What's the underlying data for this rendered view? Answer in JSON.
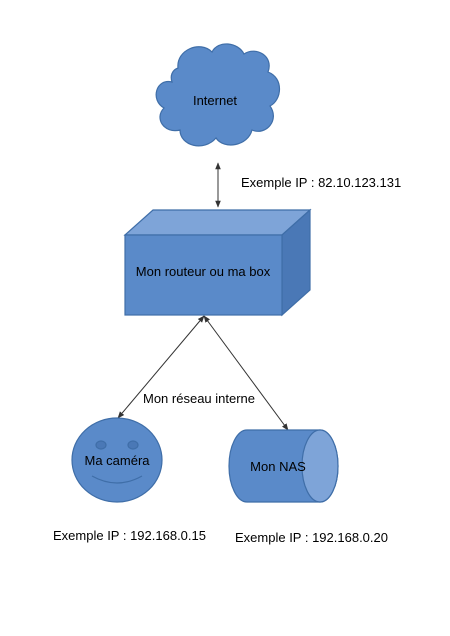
{
  "colors": {
    "shape_fill": "#5a8ac9",
    "shape_stroke": "#3f6ea8",
    "edge": "#333333",
    "text": "#000000"
  },
  "nodes": {
    "internet": {
      "label": "Internet",
      "shape": "cloud-icon"
    },
    "router": {
      "label": "Mon routeur ou ma box",
      "shape": "cube-box"
    },
    "camera": {
      "label": "Ma caméra",
      "shape": "smiley-face-icon"
    },
    "nas": {
      "label": "Mon NAS",
      "shape": "cylinder-icon"
    }
  },
  "labels": {
    "internet_ip": "Exemple IP : 82.10.123.131",
    "network": "Mon réseau interne",
    "camera_ip": "Exemple IP : 192.168.0.15",
    "nas_ip": "Exemple IP : 192.168.0.20"
  },
  "edges": [
    {
      "from": "internet",
      "to": "router",
      "bidirectional": true
    },
    {
      "from": "router",
      "to": "camera",
      "bidirectional": true
    },
    {
      "from": "router",
      "to": "nas",
      "bidirectional": true
    }
  ]
}
